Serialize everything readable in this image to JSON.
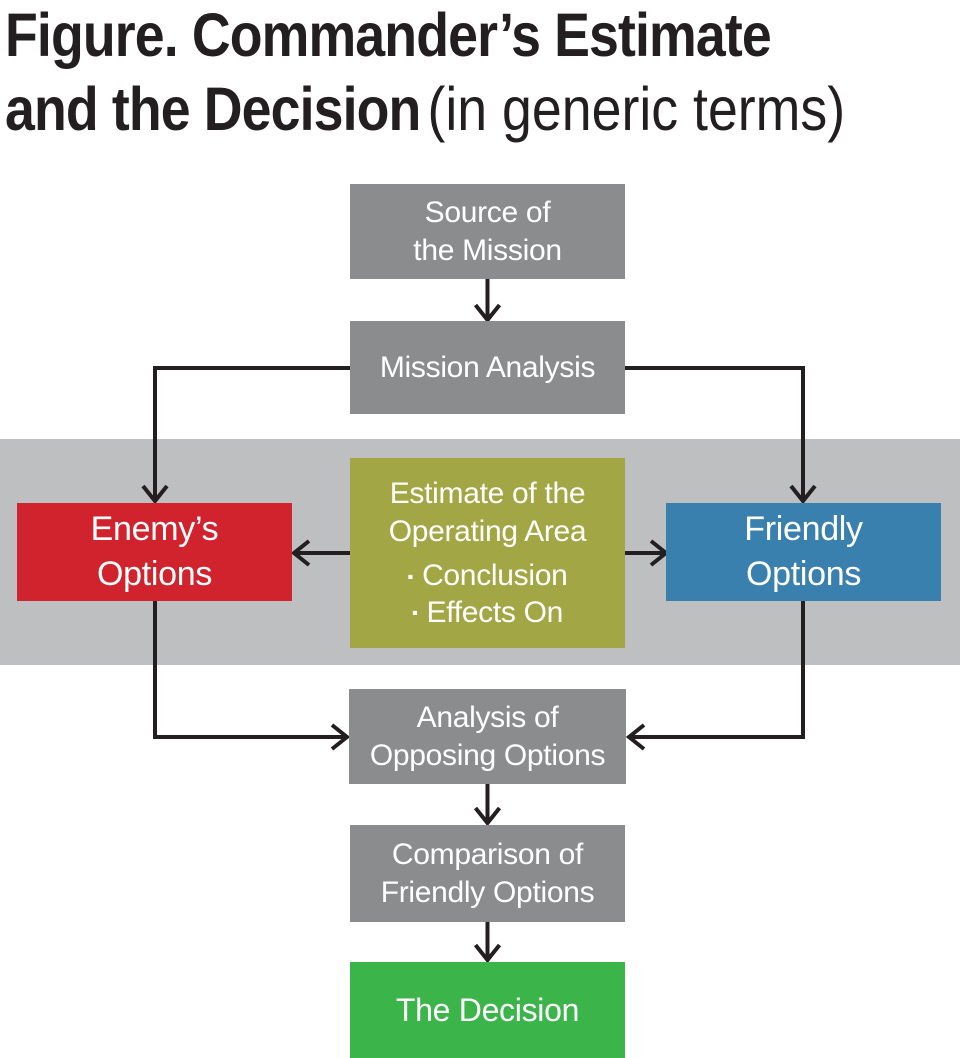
{
  "title": {
    "line1": "Figure. Commander’s Estimate",
    "line2_bold": "and the Decision",
    "line2_light": "(in generic terms)"
  },
  "colors": {
    "title_text": "#231f20",
    "line": "#231f20",
    "band": "#bdbfc1",
    "gray_box": "#8b8c8e",
    "red": "#d1232e",
    "blue": "#3a80ae",
    "olive": "#a2a644",
    "green": "#3bb54a",
    "box_text": "#ffffff"
  },
  "nodes": {
    "source": {
      "label": "Source of\nthe Mission"
    },
    "mission_analysis": {
      "label": "Mission Analysis"
    },
    "enemys_options": {
      "label": "Enemy’s\nOptions"
    },
    "estimate": {
      "title": "Estimate of the\nOperating Area",
      "bullet_char": "▪",
      "bullets": [
        "Conclusion",
        "Effects On"
      ]
    },
    "friendly_options": {
      "label": "Friendly\nOptions"
    },
    "analysis_opposing": {
      "label": "Analysis of\nOpposing Options"
    },
    "comparison": {
      "label": "Comparison of\nFriendly Options"
    },
    "decision": {
      "label": "The Decision"
    }
  }
}
